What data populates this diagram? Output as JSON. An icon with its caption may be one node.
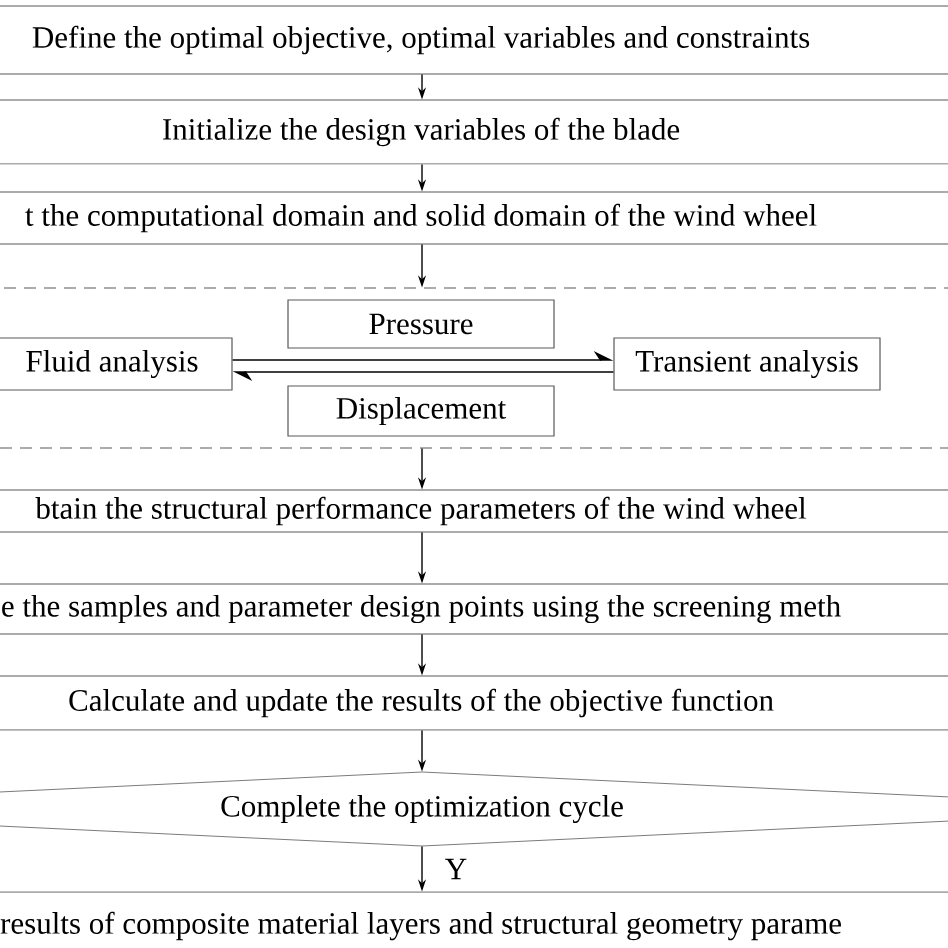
{
  "diagram": {
    "nodes": [
      {
        "text": [
          "Define the optimal objective, optimal variables and constraints"
        ]
      },
      {
        "text": [
          "Initialize the design variables of the blade"
        ]
      },
      {
        "text": [
          "t the computational domain and solid domain of the wind wheel"
        ]
      },
      {
        "text": [],
        "shape": "box"
      },
      {
        "text": [
          "Pressure"
        ],
        "in": 3
      },
      {
        "text": [
          "Fluid analysis"
        ],
        "in": 3
      },
      {
        "text": [
          "Transient analysis"
        ],
        "in": 3
      },
      {
        "text": [
          "Displacement"
        ],
        "in": 3
      },
      {
        "text": [
          "btain the structural performance parameters of the wind wheel"
        ]
      },
      {
        "text": [
          "e the samples and parameter design points using the screening meth"
        ]
      },
      {
        "text": [
          "Calculate and update the results of the objective function"
        ]
      },
      {
        "text": [
          "Complete the optimization cycle"
        ]
      },
      {
        "text": [
          "results of composite material layers and structural geometry parame"
        ]
      }
    ],
    "edges": [
      {
        "from": 0,
        "to": 1,
        "arrow": "to"
      },
      {
        "from": 1,
        "to": 2,
        "arrow": "to"
      },
      {
        "from": 2,
        "to": 3,
        "arrow": "to"
      },
      {
        "from": 5,
        "to": 6,
        "arrow": "to"
      },
      {
        "from": 6,
        "to": 5,
        "arrow": "to"
      },
      {
        "from": 3,
        "to": 8,
        "arrow": "to"
      },
      {
        "from": 8,
        "to": 9,
        "arrow": "to"
      },
      {
        "from": 9,
        "to": 10,
        "arrow": "to"
      },
      {
        "from": 10,
        "to": 11,
        "arrow": "to"
      },
      {
        "from": 11,
        "to": 12,
        "label": "Y",
        "arrow": "to"
      }
    ]
  }
}
